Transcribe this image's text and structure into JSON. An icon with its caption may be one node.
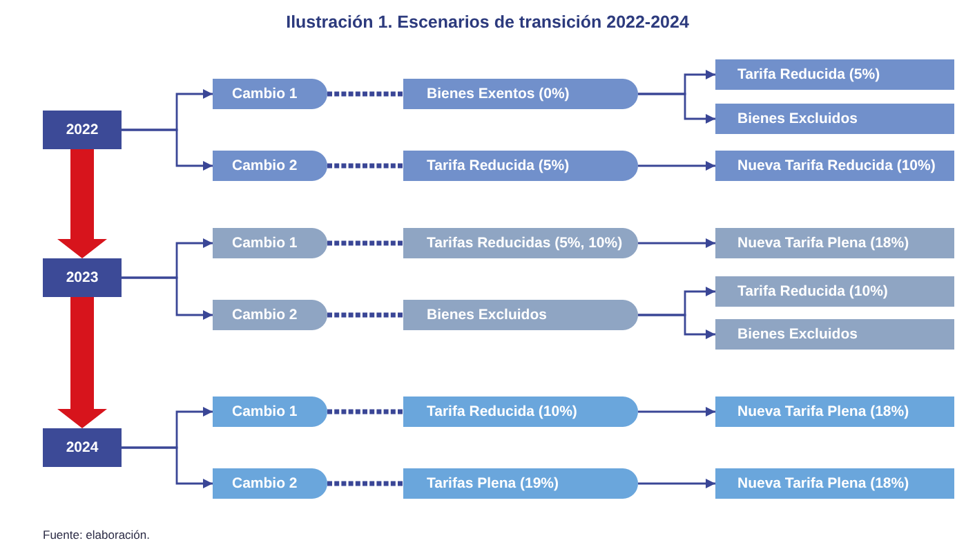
{
  "diagram": {
    "title": "Ilustración 1. Escenarios de transición 2022-2024",
    "nodes": [
      {
        "text": [
          "2022"
        ]
      },
      {
        "text": [
          "Cambio 1"
        ]
      },
      {
        "text": [
          "Bienes Exentos (0%)"
        ]
      },
      {
        "text": [
          "Tarifa Reducida (5%)"
        ]
      },
      {
        "text": [
          "Bienes Excluidos"
        ]
      },
      {
        "text": [
          "Cambio 2"
        ]
      },
      {
        "text": [
          "Tarifa Reducida (5%)"
        ]
      },
      {
        "text": [
          "Nueva Tarifa Reducida (10%)"
        ]
      },
      {
        "text": [
          "2023"
        ]
      },
      {
        "text": [
          "Cambio 1"
        ]
      },
      {
        "text": [
          "Tarifas Reducidas (5%, 10%)"
        ]
      },
      {
        "text": [
          "Nueva Tarifa Plena (18%)"
        ]
      },
      {
        "text": [
          "Cambio 2"
        ]
      },
      {
        "text": [
          "Bienes Excluidos"
        ]
      },
      {
        "text": [
          "Tarifa Reducida (10%)"
        ]
      },
      {
        "text": [
          "Bienes Excluidos"
        ]
      },
      {
        "text": [
          "2024"
        ]
      },
      {
        "text": [
          "Cambio 1"
        ]
      },
      {
        "text": [
          "Tarifa Reducida (10%)"
        ]
      },
      {
        "text": [
          "Nueva Tarifa Plena (18%)"
        ]
      },
      {
        "text": [
          "Cambio 2"
        ]
      },
      {
        "text": [
          "Tarifas Plena (19%)"
        ]
      },
      {
        "text": [
          "Nueva Tarifa Plena (18%)"
        ]
      }
    ],
    "edges": [
      {
        "from": 0,
        "to": 1,
        "arrow": "to"
      },
      {
        "from": 0,
        "to": 5,
        "arrow": "to"
      },
      {
        "from": 1,
        "to": 2,
        "arrow": "none",
        "style": "dashed"
      },
      {
        "from": 2,
        "to": 3,
        "arrow": "to"
      },
      {
        "from": 2,
        "to": 4,
        "arrow": "to"
      },
      {
        "from": 5,
        "to": 6,
        "arrow": "none",
        "style": "dashed"
      },
      {
        "from": 6,
        "to": 7,
        "arrow": "to"
      },
      {
        "from": 0,
        "to": 8,
        "arrow": "to",
        "style": "thick",
        "color": "#d7141c"
      },
      {
        "from": 8,
        "to": 9,
        "arrow": "to"
      },
      {
        "from": 8,
        "to": 12,
        "arrow": "to"
      },
      {
        "from": 9,
        "to": 10,
        "arrow": "none",
        "style": "dashed"
      },
      {
        "from": 10,
        "to": 11,
        "arrow": "to"
      },
      {
        "from": 12,
        "to": 13,
        "arrow": "none",
        "style": "dashed"
      },
      {
        "from": 13,
        "to": 14,
        "arrow": "to"
      },
      {
        "from": 13,
        "to": 15,
        "arrow": "to"
      },
      {
        "from": 8,
        "to": 16,
        "arrow": "to",
        "style": "thick",
        "color": "#d7141c"
      },
      {
        "from": 16,
        "to": 17,
        "arrow": "to"
      },
      {
        "from": 16,
        "to": 20,
        "arrow": "to"
      },
      {
        "from": 17,
        "to": 18,
        "arrow": "none",
        "style": "dashed"
      },
      {
        "from": 18,
        "to": 19,
        "arrow": "to"
      },
      {
        "from": 20,
        "to": 21,
        "arrow": "none",
        "style": "dashed"
      },
      {
        "from": 21,
        "to": 22,
        "arrow": "to"
      }
    ],
    "caption": "Fuente: elaboración."
  }
}
